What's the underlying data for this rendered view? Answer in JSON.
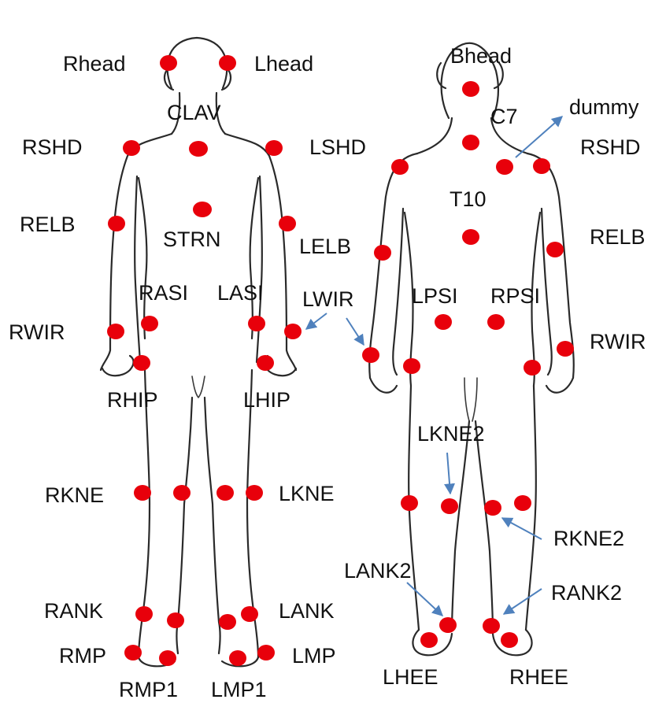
{
  "marker_color": "#e8000b",
  "arrow_color": "#4f81bd",
  "front_view": {
    "labels": {
      "rhead": "Rhead",
      "lhead": "Lhead",
      "clav": "CLAV",
      "rshd": "RSHD",
      "lshd": "LSHD",
      "relb": "RELB",
      "strn": "STRN",
      "lelb": "LELB",
      "rasi": "RASI",
      "lasi": "LASI",
      "lwir": "LWIR",
      "rwir": "RWIR",
      "rhip": "RHIP",
      "lhip": "LHIP",
      "rkne": "RKNE",
      "lkne": "LKNE",
      "rank": "RANK",
      "lank": "LANK",
      "rmp": "RMP",
      "lmp": "LMP",
      "rmp1": "RMP1",
      "lmp1": "LMP1"
    }
  },
  "back_view": {
    "labels": {
      "bhead": "Bhead",
      "c7": "C7",
      "dummy": "dummy",
      "rshd": "RSHD",
      "t10": "T10",
      "relb": "RELB",
      "lpsi": "LPSI",
      "rpsi": "RPSI",
      "rwir": "RWIR",
      "lkne2": "LKNE2",
      "rkne2": "RKNE2",
      "lank2": "LANK2",
      "rank2": "RANK2",
      "lhee": "LHEE",
      "rhee": "RHEE"
    }
  }
}
